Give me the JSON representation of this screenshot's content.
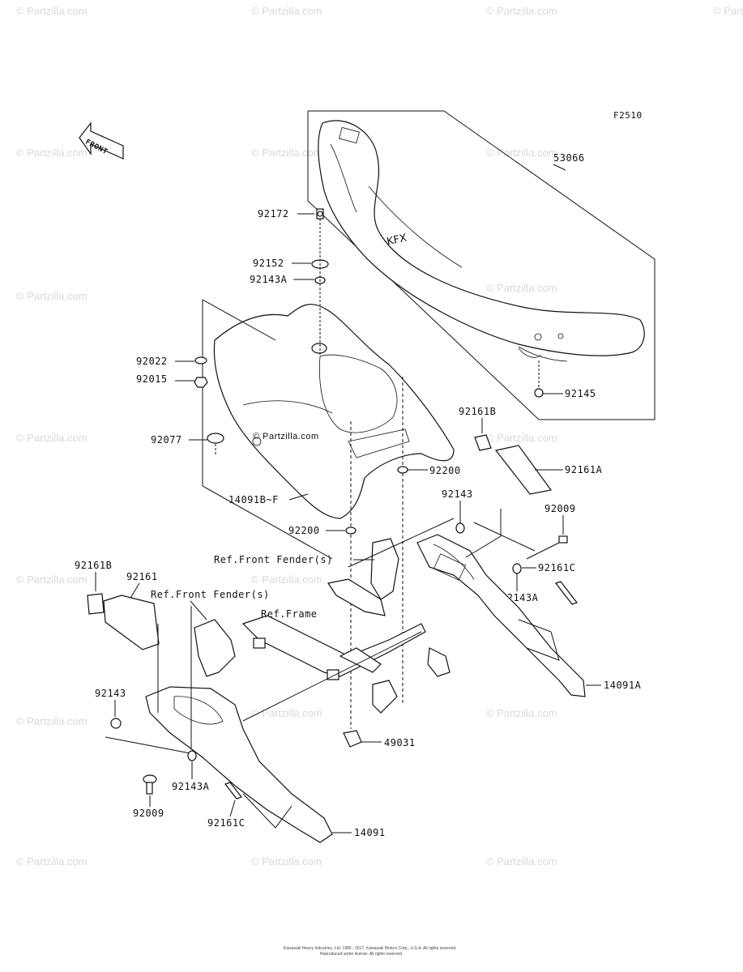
{
  "figure_code": "F2510",
  "front_arrow": {
    "label": "FRONT",
    "icon": "front-direction-arrow-icon"
  },
  "watermark": "© Partzilla.com",
  "center_watermark": "© Partzilla.com",
  "labels": {
    "p53066": "53066",
    "p92172": "92172",
    "p92152": "92152",
    "p92143A_top": "92143A",
    "p92022": "92022",
    "p92015": "92015",
    "p92145": "92145",
    "p92077": "92077",
    "p92161B_right": "92161B",
    "p92200_upper": "92200",
    "p92161A": "92161A",
    "p14091BF": "14091B~F",
    "p92143_right": "92143",
    "p92009_right": "92009",
    "p92200_lower": "92200",
    "ref_front_fender_1": "Ref.Front Fender(s)",
    "p92161C_right": "92161C",
    "p92161B_left": "92161B",
    "p92161": "92161",
    "ref_front_fender_2": "Ref.Front Fender(s)",
    "p92143A_right": "92143A",
    "ref_frame": "Ref.Frame",
    "p14091A": "14091A",
    "p92143_left": "92143",
    "p49031": "49031",
    "p92143A_left": "92143A",
    "p92009_left": "92009",
    "p92161C_left": "92161C",
    "p14091": "14091"
  },
  "footer": {
    "line1": "Kawasaki Heavy Industries, Ltd. 1985 - 2017. Kawasaki Motors Corp., U.S.A. All rights reserved.",
    "line2": "Reproduced under license. All rights reserved."
  }
}
